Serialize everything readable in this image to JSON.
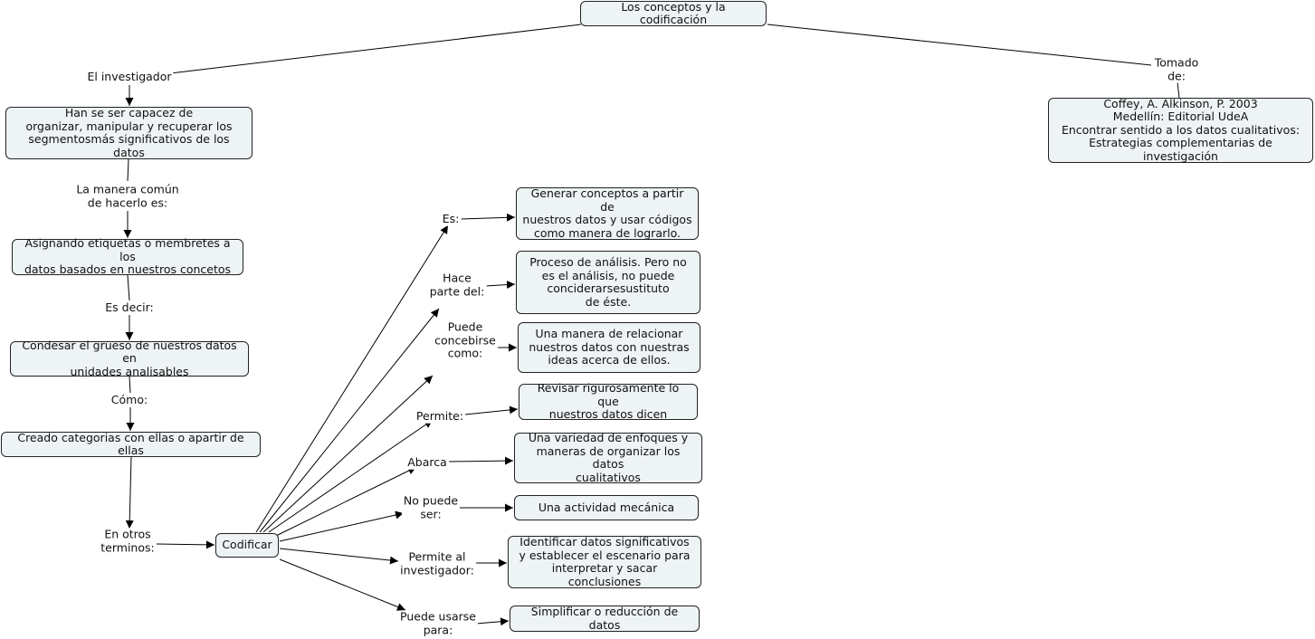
{
  "nodes": {
    "root": "Los conceptos y la codificación",
    "ref": "Coffey, A. Alkinson, P. 2003\nMedellín: Editorial UdeA\nEncontrar sentido a los datos cualitativos:\nEstrategias complementarias de investigación",
    "capaz": "Han se ser capacez de\norganizar, manipular y recuperar los\nsegmentosmás significativos de los datos",
    "asignando": "Asignando etiquetas o membretes a los\ndatos basados en nuestros concetos",
    "condesar": "Condesar el grueso de nuestros datos en\nunidades analisables",
    "creado": "Creado categorias con ellas o apartir de ellas",
    "codificar": "Codificar",
    "generar": "Generar conceptos a partir de\nnuestros datos y usar códigos\ncomo manera de lograrlo.",
    "proceso": "Proceso de análisis. Pero no\nes el análisis, no puede\nconciderarsesustituto\nde éste.",
    "relacionar": "Una manera de relacionar\nnuestros datos con nuestras\nideas acerca de ellos.",
    "revisar": "Revisar rigurosamente lo que\nnuestros datos dicen",
    "variedad": "Una variedad de enfoques y\nmaneras de organizar los datos\ncualitativos",
    "mecanica": "Una actividad mecánica",
    "identificar": "Identificar datos significativos\ny establecer el escenario para\ninterpretar y sacar conclusiones",
    "simplificar": "Simplificar o reducción de datos"
  },
  "labels": {
    "investigador": "El investigador",
    "tomado": "Tomado\nde:",
    "manera": "La manera común\nde hacerlo es:",
    "esdecir": "Es decir:",
    "como": "Cómo:",
    "otros": "En otros\nterminos:",
    "es": "Es:",
    "hace": "Hace\nparte del:",
    "puede": "Puede\nconcebirse\ncomo:",
    "permite": "Permite:",
    "abarca": "Abarca",
    "nopuede": "No puede\nser:",
    "permiteal": "Permite al\ninvestigador:",
    "usarse": "Puede usarse\npara:"
  }
}
